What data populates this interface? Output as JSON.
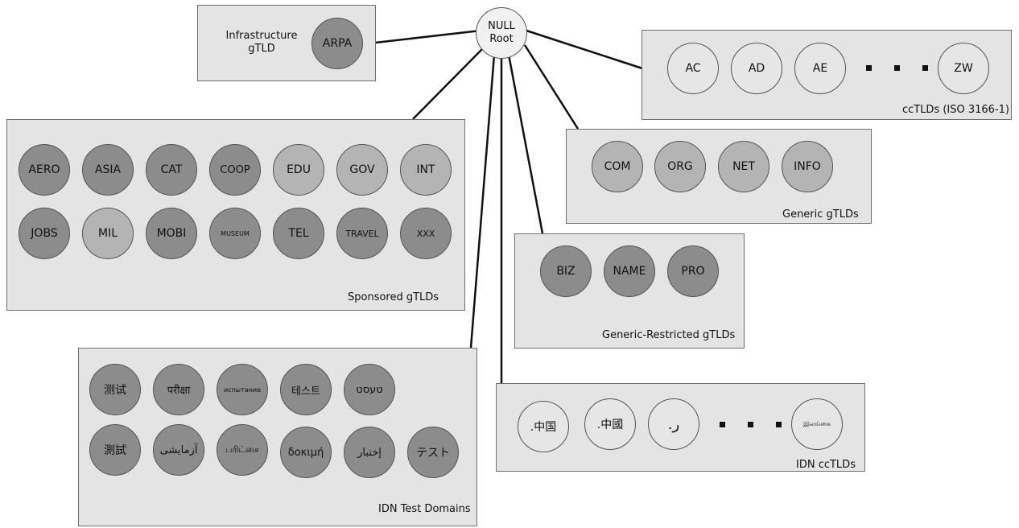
{
  "root": {
    "line1": "NULL",
    "line2": "Root"
  },
  "infrastructure": {
    "label_line1": "Infrastructure",
    "label_line2": "gTLD",
    "items": [
      "ARPA"
    ]
  },
  "cctlds": {
    "label": "ccTLDs (ISO 3166-1)",
    "items": [
      "AC",
      "AD",
      "AE",
      "ZW"
    ]
  },
  "generic": {
    "label": "Generic gTLDs",
    "items": [
      "COM",
      "ORG",
      "NET",
      "INFO"
    ]
  },
  "sponsored": {
    "label": "Sponsored gTLDs",
    "items": [
      "AERO",
      "ASIA",
      "CAT",
      "COOP",
      "EDU",
      "GOV",
      "INT",
      "JOBS",
      "MIL",
      "MOBI",
      "MUSEUM",
      "TEL",
      "TRAVEL",
      "XXX"
    ]
  },
  "restricted": {
    "label": "Generic-Restricted gTLDs",
    "items": [
      "BIZ",
      "NAME",
      "PRO"
    ]
  },
  "idn_test": {
    "label": "IDN Test Domains",
    "items": [
      "测试",
      "परीक्षा",
      "испытание",
      "테스트",
      "טעסט",
      "測試",
      "آزمایشی",
      "பரிட்சை",
      "δοκιμή",
      "إختبار",
      "テスト"
    ]
  },
  "idn_cctlds": {
    "label": "IDN ccTLDs",
    "items": [
      ".中国",
      ".中國",
      ".ر",
      "இலங்கை"
    ]
  },
  "colors": {
    "box_fill": "#e4e4e4",
    "dark_node": "#8c8c8c",
    "light_node": "#b4b4b4",
    "pale_node": "#e6e6e6"
  }
}
